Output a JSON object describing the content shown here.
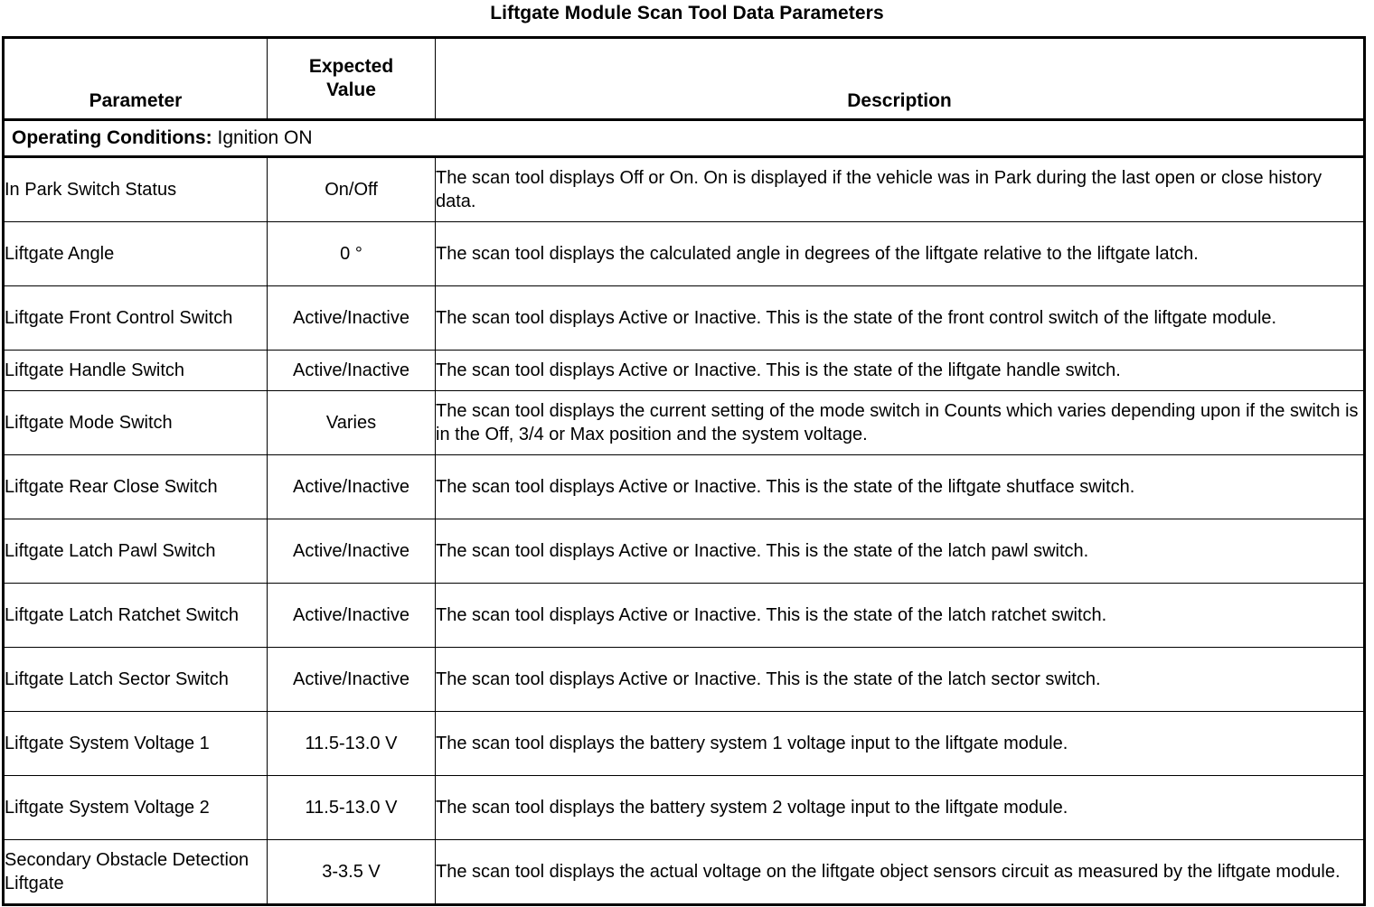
{
  "document": {
    "title": "Liftgate Module Scan Tool Data Parameters"
  },
  "table": {
    "headers": {
      "parameter": "Parameter",
      "expected_value_line1": "Expected",
      "expected_value_line2": "Value",
      "description": "Description"
    },
    "operating_conditions": {
      "label": "Operating Conditions:",
      "value": "Ignition ON"
    },
    "rows": [
      {
        "parameter": "In Park Switch Status",
        "expected_value": "On/Off",
        "description": "The scan tool displays Off or On. On is displayed if the vehicle was in Park during the last open or close history data."
      },
      {
        "parameter": "Liftgate Angle",
        "expected_value": "0 °",
        "description": "The scan tool displays the calculated angle in degrees of the liftgate relative to the liftgate latch."
      },
      {
        "parameter": "Liftgate Front Control Switch",
        "expected_value": "Active/Inactive",
        "description": "The scan tool displays Active or Inactive. This is the state of the front control switch of the liftgate module."
      },
      {
        "parameter": "Liftgate Handle Switch",
        "expected_value": "Active/Inactive",
        "description": "The scan tool displays Active or Inactive. This is the state of the liftgate handle switch."
      },
      {
        "parameter": "Liftgate Mode Switch",
        "expected_value": "Varies",
        "description": "The scan tool displays the current setting of the mode switch in Counts which varies depending upon if the switch is in the Off, 3/4 or Max position and the system voltage."
      },
      {
        "parameter": "Liftgate Rear Close Switch",
        "expected_value": "Active/Inactive",
        "description": "The scan tool displays Active or Inactive. This is the state of the liftgate shutface switch."
      },
      {
        "parameter": "Liftgate Latch Pawl Switch",
        "expected_value": "Active/Inactive",
        "description": "The scan tool displays Active or Inactive. This is the state of the latch pawl switch."
      },
      {
        "parameter": "Liftgate Latch Ratchet Switch",
        "expected_value": "Active/Inactive",
        "description": "The scan tool displays Active or Inactive. This is the state of the latch ratchet switch."
      },
      {
        "parameter": "Liftgate Latch Sector Switch",
        "expected_value": "Active/Inactive",
        "description": "The scan tool displays Active or Inactive. This is the state of the latch sector switch."
      },
      {
        "parameter": "Liftgate System Voltage 1",
        "expected_value": "11.5-13.0 V",
        "description": "The scan tool displays the battery system 1 voltage input to the liftgate module."
      },
      {
        "parameter": "Liftgate System Voltage 2",
        "expected_value": "11.5-13.0 V",
        "description": "The scan tool displays the battery system 2 voltage input to the liftgate module."
      },
      {
        "parameter": "Secondary Obstacle Detection Liftgate",
        "expected_value": "3-3.5 V",
        "description": "The scan tool displays the actual voltage on the liftgate object sensors circuit as measured by the liftgate module."
      }
    ]
  }
}
